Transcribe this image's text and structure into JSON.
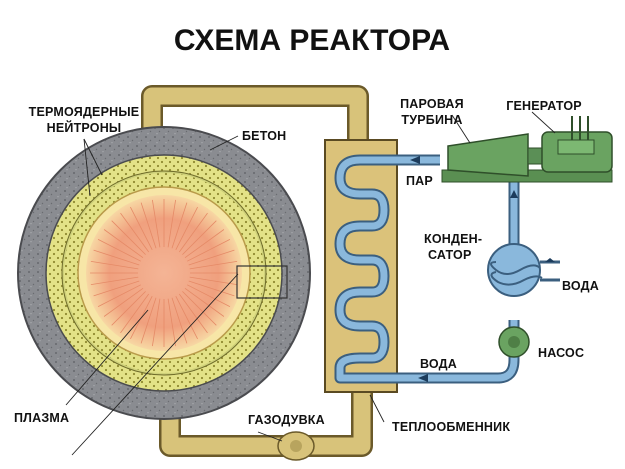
{
  "title": "СХЕМА РЕАКТОРА",
  "labels": {
    "thermo_line1": "ТЕРМОЯДЕРНЫЕ",
    "thermo_line2": "НЕЙТРОНЫ",
    "concrete": "БЕТОН",
    "steam_turbine_line1": "ПАРОВАЯ",
    "steam_turbine_line2": "ТУРБИНА",
    "generator": "ГЕНЕРАТОР",
    "steam": "ПАР",
    "condenser_line1": "КОНДЕН-",
    "condenser_line2": "САТОР",
    "water_condenser": "ВОДА",
    "pump": "НАСОС",
    "water_return": "ВОДА",
    "plasma": "ПЛАЗМА",
    "gas_blower": "ГАЗОДУВКА",
    "heat_exchanger": "ТЕПЛООБМЕННИК"
  },
  "colors": {
    "concrete": "#8a8c91",
    "blanket": "#e3e287",
    "plasma_core": "#f2a788",
    "gas_pipe": "#d8c37a",
    "water": "#8ab8dc",
    "machinery": "#6aa361"
  }
}
